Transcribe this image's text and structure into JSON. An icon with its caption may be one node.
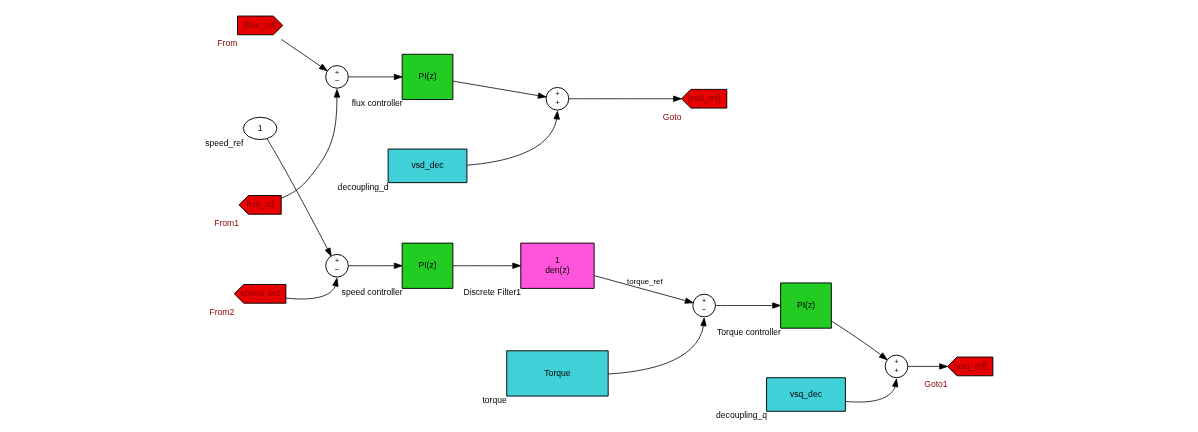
{
  "diagram": {
    "nodes": [
      {
        "text": [
          "[flux_ref]"
        ],
        "beside": [
          "From"
        ]
      },
      {
        "text": [
          "+",
          "−"
        ]
      },
      {
        "text": [
          "PI(z)"
        ],
        "beside": [
          "flux controller"
        ]
      },
      {
        "text": [
          "+",
          "+"
        ]
      },
      {
        "text": [
          "[vsd_ref]"
        ],
        "beside": [
          "Goto"
        ]
      },
      {
        "text": [
          "flux_sd"
        ],
        "beside": [
          "From1"
        ]
      },
      {
        "text": [
          "vsd_dec"
        ],
        "beside": [
          "decoupling_d"
        ]
      },
      {
        "text": [
          "1"
        ],
        "beside": [
          "speed_ref"
        ]
      },
      {
        "text": [
          "+",
          "−"
        ]
      },
      {
        "text": [
          "PI(z)"
        ],
        "beside": [
          "speed controller"
        ]
      },
      {
        "text": [
          "1",
          "den(z)"
        ],
        "beside": [
          "Discrete Filter1"
        ]
      },
      {
        "text": [
          "+",
          "−"
        ]
      },
      {
        "text": [
          "PI(z)"
        ],
        "beside": [
          "Torque controller"
        ]
      },
      {
        "text": [
          "+",
          "+"
        ]
      },
      {
        "text": [
          "[vsq_ref]"
        ],
        "beside": [
          "Goto1"
        ]
      },
      {
        "text": [
          "speed_est"
        ],
        "beside": [
          "From2"
        ]
      },
      {
        "text": [
          "Torque"
        ],
        "beside": [
          "torque"
        ]
      },
      {
        "text": [
          "vsq_dec"
        ],
        "beside": [
          "decoupling_q"
        ]
      }
    ],
    "edges": [
      {
        "from": 0,
        "to": 1,
        "arrow": "to"
      },
      {
        "from": 5,
        "to": 1,
        "arrow": "to"
      },
      {
        "from": 1,
        "to": 2,
        "arrow": "to"
      },
      {
        "from": 2,
        "to": 3,
        "arrow": "to"
      },
      {
        "from": 6,
        "to": 3,
        "arrow": "to"
      },
      {
        "from": 3,
        "to": 4,
        "arrow": "to"
      },
      {
        "from": 7,
        "to": 8,
        "arrow": "to"
      },
      {
        "from": 15,
        "to": 8,
        "arrow": "to"
      },
      {
        "from": 8,
        "to": 9,
        "arrow": "to"
      },
      {
        "from": 9,
        "to": 10,
        "arrow": "to"
      },
      {
        "from": 10,
        "to": 11,
        "label": "torque_ref",
        "arrow": "to"
      },
      {
        "from": 16,
        "to": 11,
        "arrow": "to"
      },
      {
        "from": 11,
        "to": 12,
        "arrow": "to"
      },
      {
        "from": 12,
        "to": 13,
        "arrow": "to"
      },
      {
        "from": 17,
        "to": 13,
        "arrow": "to"
      },
      {
        "from": 13,
        "to": 14,
        "arrow": "to"
      }
    ]
  }
}
